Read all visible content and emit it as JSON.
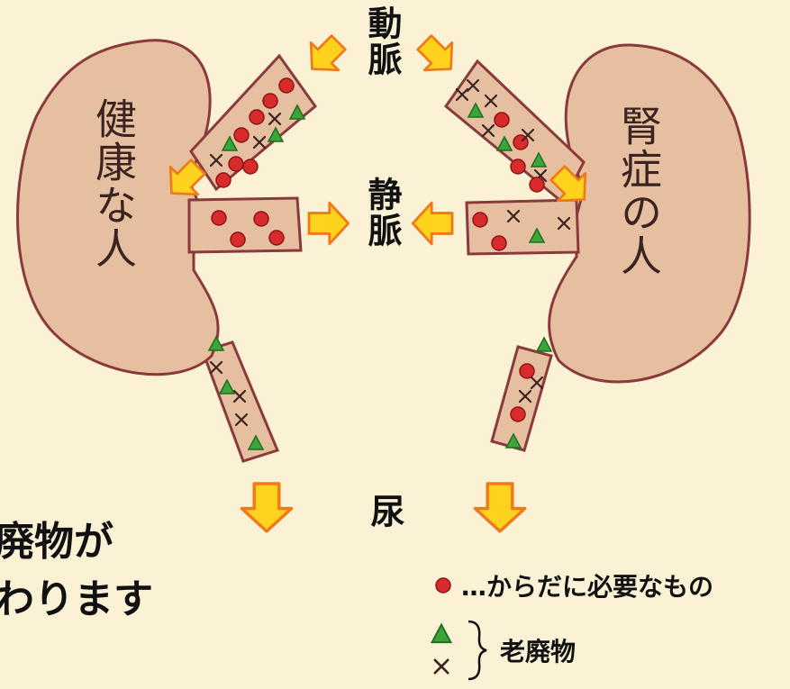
{
  "labels": {
    "artery": "動脈",
    "vein": "静脈",
    "urine": "尿",
    "healthy_person": "健康な人",
    "kidney_patient": "腎症の人"
  },
  "caption": {
    "line1": "廃物が",
    "line2": "わります"
  },
  "legend": {
    "necessary_dots": "…",
    "necessary_label": "からだに必要なもの",
    "waste_label": "老廃物"
  },
  "colors": {
    "background": "#fbf2d6",
    "kidney_fill": "#e6bfa0",
    "kidney_outline": "#8a3a3a",
    "arrow_fill": "#ffd21e",
    "arrow_outline": "#f07a1a",
    "necessary_dot": "#d92b2b",
    "waste_triangle": "#3aa63a"
  },
  "icons": {
    "necessary": "red-circle",
    "waste_a": "green-triangle",
    "waste_b": "cross-mark",
    "flow": "block-arrow"
  }
}
